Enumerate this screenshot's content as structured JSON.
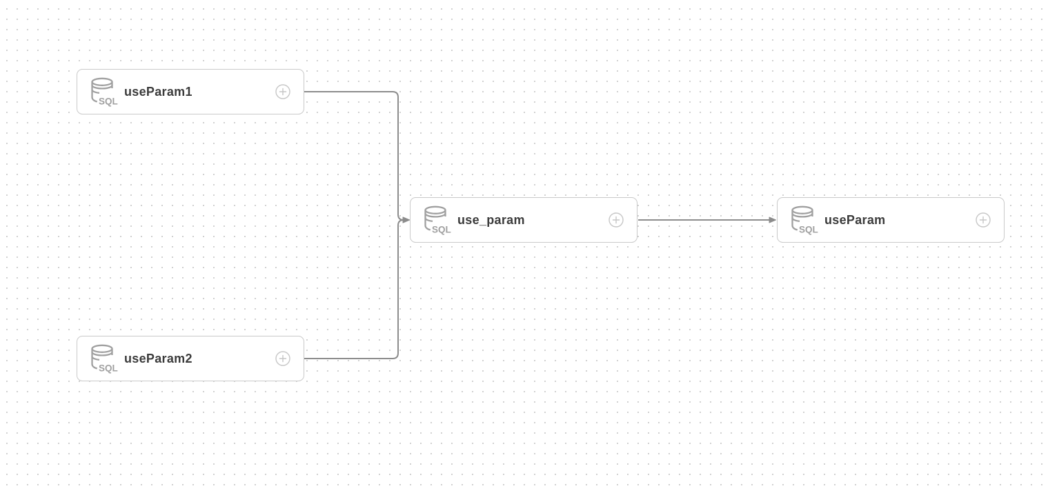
{
  "canvas": {
    "background_color": "#ffffff",
    "dot_color": "#c7c7c7",
    "edge_color": "#8c8c8c",
    "node_border_color": "#c9c9c9",
    "label_color": "#3b3b3b",
    "icon_color": "#a0a0a0",
    "plus_color": "#c6c6c6",
    "sql_icon_text": "SQL"
  },
  "nodes": [
    {
      "id": "useParam1",
      "label": "useParam1",
      "icon": "sql-database-icon"
    },
    {
      "id": "useParam2",
      "label": "useParam2",
      "icon": "sql-database-icon"
    },
    {
      "id": "use_param",
      "label": "use_param",
      "icon": "sql-database-icon"
    },
    {
      "id": "useParam",
      "label": "useParam",
      "icon": "sql-database-icon"
    }
  ],
  "edges": [
    {
      "from": "useParam1",
      "to": "use_param"
    },
    {
      "from": "useParam2",
      "to": "use_param"
    },
    {
      "from": "use_param",
      "to": "useParam"
    }
  ]
}
